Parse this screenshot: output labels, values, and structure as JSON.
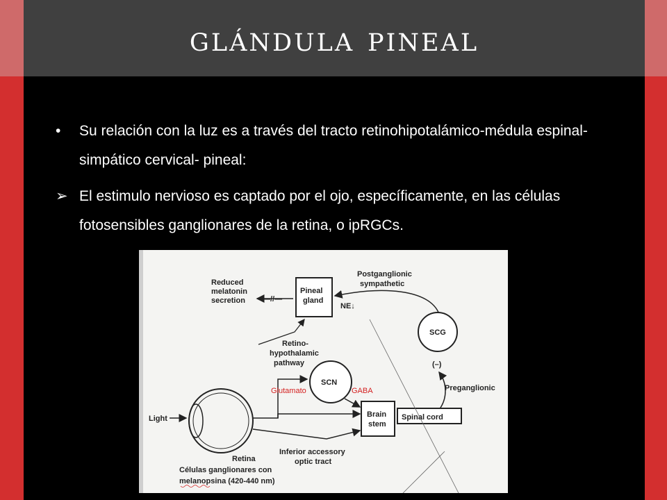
{
  "slide": {
    "title": "glándula pineal",
    "bullets": [
      {
        "marker": "•",
        "text": "Su relación con la luz es a través del tracto retinohipotalámico-médula espinal- simpático cervical- pineal:"
      },
      {
        "marker": "➢",
        "text": "El estimulo nervioso es captado por el ojo, específicamente, en las  células fotosensibles ganglionares de la retina, o ipRGCs."
      }
    ]
  },
  "diagram": {
    "reduced_1": "Reduced",
    "reduced_2": "melatonin",
    "reduced_3": "secretion",
    "block_mark": "—//—",
    "pineal_1": "Pineal",
    "pineal_2": "gland",
    "ne": "NE↓",
    "postgang_1": "Postganglionic",
    "postgang_2": "sympathetic",
    "scg": "SCG",
    "minus": "(–)",
    "retino_1": "Retino-",
    "retino_2": "hypothalamic",
    "retino_3": "pathway",
    "scn": "SCN",
    "glutamato": "Glutamato",
    "gaba": "GABA",
    "preganglionic": "Preganglionic",
    "light": "Light",
    "brain_1": "Brain",
    "brain_2": "stem",
    "spinal": "Spinal cord",
    "inferior_1": "Inferior accessory",
    "inferior_2": "optic tract",
    "retina": "Retina",
    "celulas_1": "Células ganglionares  con",
    "celulas_2": "melanopsina (420-440 nm)"
  },
  "colors": {
    "frame": "#d32f2f",
    "title_bar": "#404040",
    "background": "#000000",
    "annotation_red": "#d42020"
  }
}
